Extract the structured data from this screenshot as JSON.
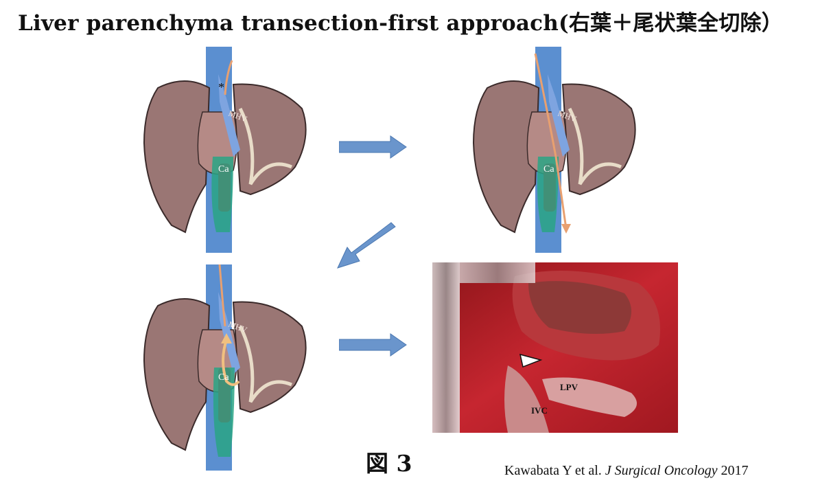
{
  "header": {
    "title": "Liver parenchyma transection-first approach(右葉＋尾状葉全切除）"
  },
  "panels": {
    "vessel_label": "MHV",
    "tumor_label": "Ca",
    "star_label": "*"
  },
  "photo": {
    "label_lpv": "LPV",
    "label_ivc": "IVC"
  },
  "footer": {
    "figure_label": "図 3",
    "citation_authors": "Kawabata Y et al. ",
    "citation_journal": "J Surgical Oncology",
    "citation_year": " 2017"
  },
  "colors": {
    "liver": "#9a7674",
    "ivc": "#5b8fd0",
    "tumor": "#c0202a",
    "duct": "#2aa585",
    "arrow": "#6a95cc",
    "transection": "#e8a070",
    "photo_tissue": "#b01a22"
  }
}
